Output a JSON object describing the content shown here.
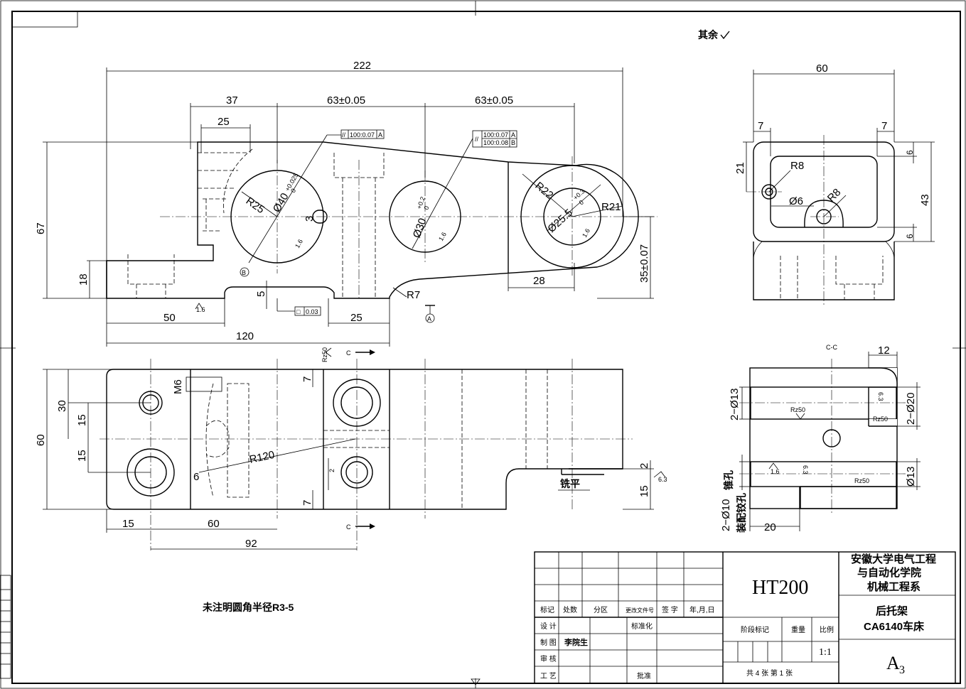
{
  "notes": {
    "rest_surface": "其余",
    "unmarked_fillet": "未注明圆角半径R3-5",
    "grind_flat": "铣平",
    "taper_hole": "锥孔",
    "fit_ream_hole": "装配铰孔"
  },
  "section_label": "C-C",
  "section_markers": [
    "C",
    "C"
  ],
  "front_view": {
    "dims": [
      "222",
      "37",
      "63±0.05",
      "63±0.05",
      "25",
      "67",
      "18",
      "50",
      "120",
      "25",
      "5",
      "28",
      "35±0.07",
      "R25",
      "R7",
      "R21",
      "R22",
      "3"
    ],
    "holes": [
      "Ø40",
      "+0.025",
      "0",
      "Ø30",
      "+0.2",
      "0",
      "Ø25.5",
      "+0.3",
      "0"
    ],
    "tol_frame_1": [
      "//",
      "100:0.07",
      "A"
    ],
    "tol_frame_2": [
      "//",
      "100:0.07",
      "A",
      "100:0.08",
      "B"
    ],
    "flatness": [
      "□",
      "0.03"
    ],
    "datums": [
      "A",
      "B"
    ],
    "roughness": [
      "1.6",
      "1.6",
      "1.6",
      "1.6",
      "Rz50"
    ]
  },
  "top_view": {
    "dims": [
      "60",
      "30",
      "15",
      "15",
      "M6",
      "7",
      "7",
      "R120",
      "6",
      "2",
      "15",
      "15",
      "60",
      "92",
      "2",
      "6.3"
    ]
  },
  "side_view": {
    "dims": [
      "60",
      "7",
      "7",
      "21",
      "43",
      "6",
      "6",
      "R8",
      "R8",
      "Ø6"
    ]
  },
  "section_view": {
    "dims": [
      "12",
      "2−Ø13",
      "2−Ø20",
      "2−Ø10",
      "Ø13",
      "20"
    ],
    "roughness": [
      "Rz50",
      "Rz50",
      "Rz50",
      "6.3",
      "1.6",
      "6.3"
    ]
  },
  "title_block": {
    "material": "HT200",
    "school": [
      "安徽大学电气工程",
      "与自动化学院",
      "机械工程系"
    ],
    "part_name": "后托架",
    "machine": "CA6140车床",
    "size": "A",
    "size_sub": "3",
    "scale": "1:1",
    "sheets": "共 4 张 第 1 张",
    "drafter": "李院生",
    "headers": [
      "标记",
      "处数",
      "分区",
      "更改文件号",
      "签 字",
      "年,月,日"
    ],
    "rows": [
      "设 计",
      "制 图",
      "审 核",
      "工 艺"
    ],
    "standardize": "标准化",
    "approve": "批准",
    "stage": "阶段标记",
    "weight": "重量",
    "ratio": "比例"
  },
  "colors": {
    "line": "#000000",
    "paper": "#ffffff"
  }
}
